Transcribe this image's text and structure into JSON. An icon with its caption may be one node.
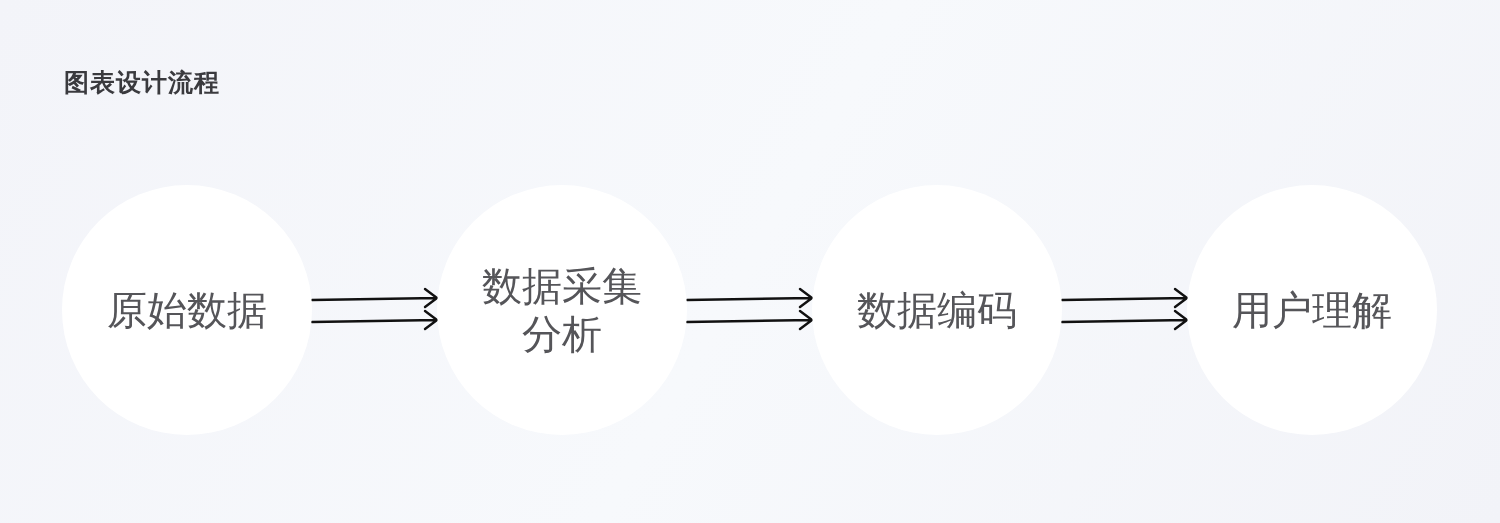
{
  "diagram": {
    "title": "图表设计流程",
    "nodes": [
      {
        "text": [
          "原始数据"
        ]
      },
      {
        "text": [
          "数据采集分析"
        ]
      },
      {
        "text": [
          "数据编码"
        ]
      },
      {
        "text": [
          "用户理解"
        ]
      }
    ],
    "edges": [
      {
        "from": 0,
        "to": 1,
        "arrow": "to"
      },
      {
        "from": 1,
        "to": 2,
        "arrow": "to"
      },
      {
        "from": 2,
        "to": 3,
        "arrow": "to"
      }
    ]
  }
}
